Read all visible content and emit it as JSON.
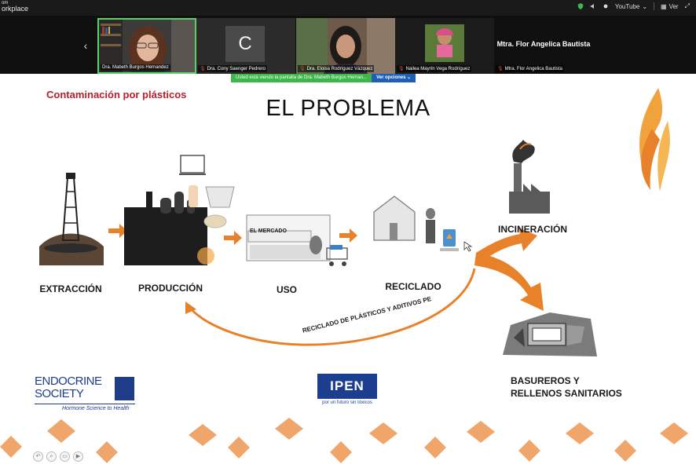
{
  "app": {
    "brand_line1": "om",
    "brand_line2": "orkplace"
  },
  "topbar": {
    "stream_label": "YouTube",
    "view_label": "Ver"
  },
  "participants": [
    {
      "name": "Dra. Mabeth Burgos Hernandez",
      "active": true,
      "type": "video"
    },
    {
      "name": "Dra. Cony Saenger Pedrero",
      "initial": "C",
      "type": "avatar"
    },
    {
      "name": "Dra. Eloisa Rodríguez Vázquez",
      "type": "video"
    },
    {
      "name": "Nailea Mayrín Vega Rodríguez",
      "type": "video"
    },
    {
      "name": "Mtra. Flor Angelica Bautista",
      "display_name": "Mtra. Flor Angelica Bautista",
      "type": "name-only"
    }
  ],
  "share_banner": {
    "text": "Usted está viendo la pantalla de  Dra. Mabeth Burgos Hernan...",
    "options_label": "Ver opciones"
  },
  "slide": {
    "subtitle": "Contaminación por plásticos",
    "title": "EL PROBLEMA",
    "steps": [
      "EXTRACCIÓN",
      "PRODUCCIÓN",
      "USO",
      "RECICLADO"
    ],
    "market_sign": "EL MERCADO",
    "incineration_label": "INCINERACIÓN",
    "landfill_line1": "BASUREROS Y",
    "landfill_line2": "RELLENOS SANITARIOS",
    "recycle_arc_label": "RECICLADO DE PLÁSTICOS Y ADITIVOS PE",
    "logo_endocrine_line1": "ENDOCRINE",
    "logo_endocrine_line2": "SOCIETY",
    "logo_endocrine_tag": "Hormone Science to Health",
    "logo_ipen": "IPEN",
    "logo_ipen_tag": "por un futuro sin tóxicos",
    "accent_color": "#e8822a",
    "title_color": "#b5202e"
  }
}
